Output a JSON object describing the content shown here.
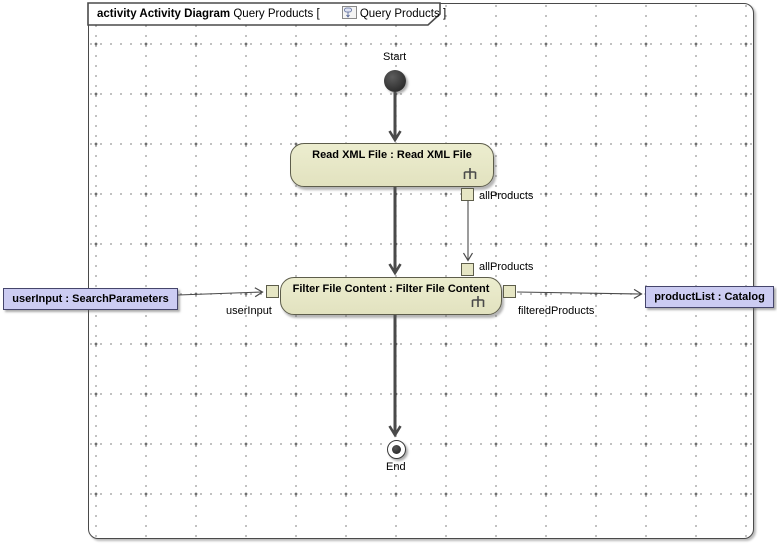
{
  "frame": {
    "keyword": "activity Activity Diagram",
    "diagram_name": "Query Products",
    "bracket_open": "[",
    "context_name": "Query Products",
    "bracket_close": "]"
  },
  "nodes": {
    "start": {
      "label": "Start"
    },
    "end": {
      "label": "End"
    },
    "read_action": {
      "label": "Read XML File : Read XML File"
    },
    "filter_action": {
      "label": "Filter File Content : Filter File Content"
    },
    "param_user_input": {
      "label": "userInput : SearchParameters"
    },
    "param_product_list": {
      "label": "productList : Catalog"
    }
  },
  "pins": {
    "all_products_out": {
      "label": "allProducts"
    },
    "all_products_in": {
      "label": "allProducts"
    },
    "user_input": {
      "label": "userInput"
    },
    "filtered_products": {
      "label": "filteredProducts"
    }
  },
  "icons": {
    "rake": "rake-call-behavior-icon",
    "diagram": "activity-diagram-icon"
  },
  "colors": {
    "action_fill": "#e6e6c6",
    "action_border": "#5d5d4b",
    "param_fill": "#ccccf2",
    "param_border": "#45456b",
    "pin_fill": "#e6e6c4",
    "edge": "#4a4a4a",
    "grid_dot": "#8a8a8a",
    "frame_border": "#4a4a4a",
    "start_fill": "#2c2c2c"
  }
}
